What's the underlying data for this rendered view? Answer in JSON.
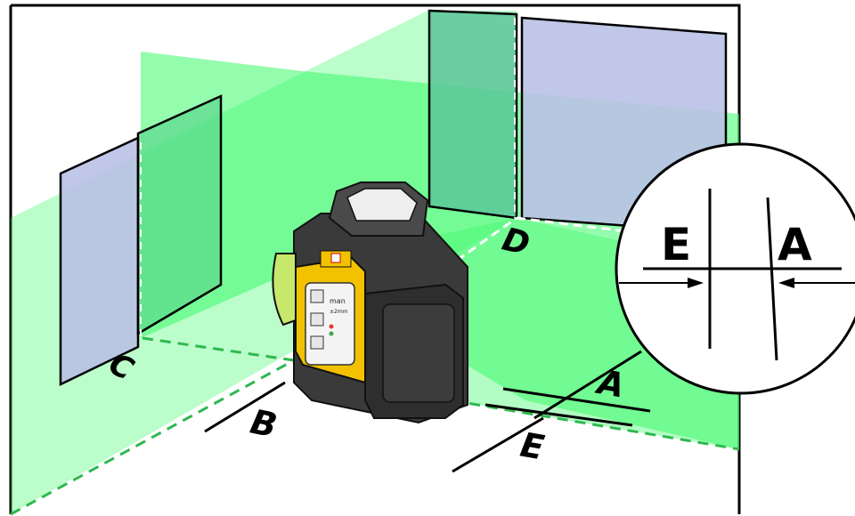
{
  "labels": {
    "wall_c": "C",
    "floor_b": "B",
    "wall_d": "D",
    "floor_a": "A",
    "floor_e": "E"
  },
  "zoom": {
    "left": "E",
    "right": "A"
  },
  "device": {
    "display_line1": "man",
    "display_line2": "±2mm"
  },
  "colors": {
    "laser_green": "#3dfa6a",
    "target_blue": "#b9c1e6",
    "wall_outline": "#000000",
    "device_body": "#3a3a3a",
    "device_accent": "#f2c200"
  }
}
